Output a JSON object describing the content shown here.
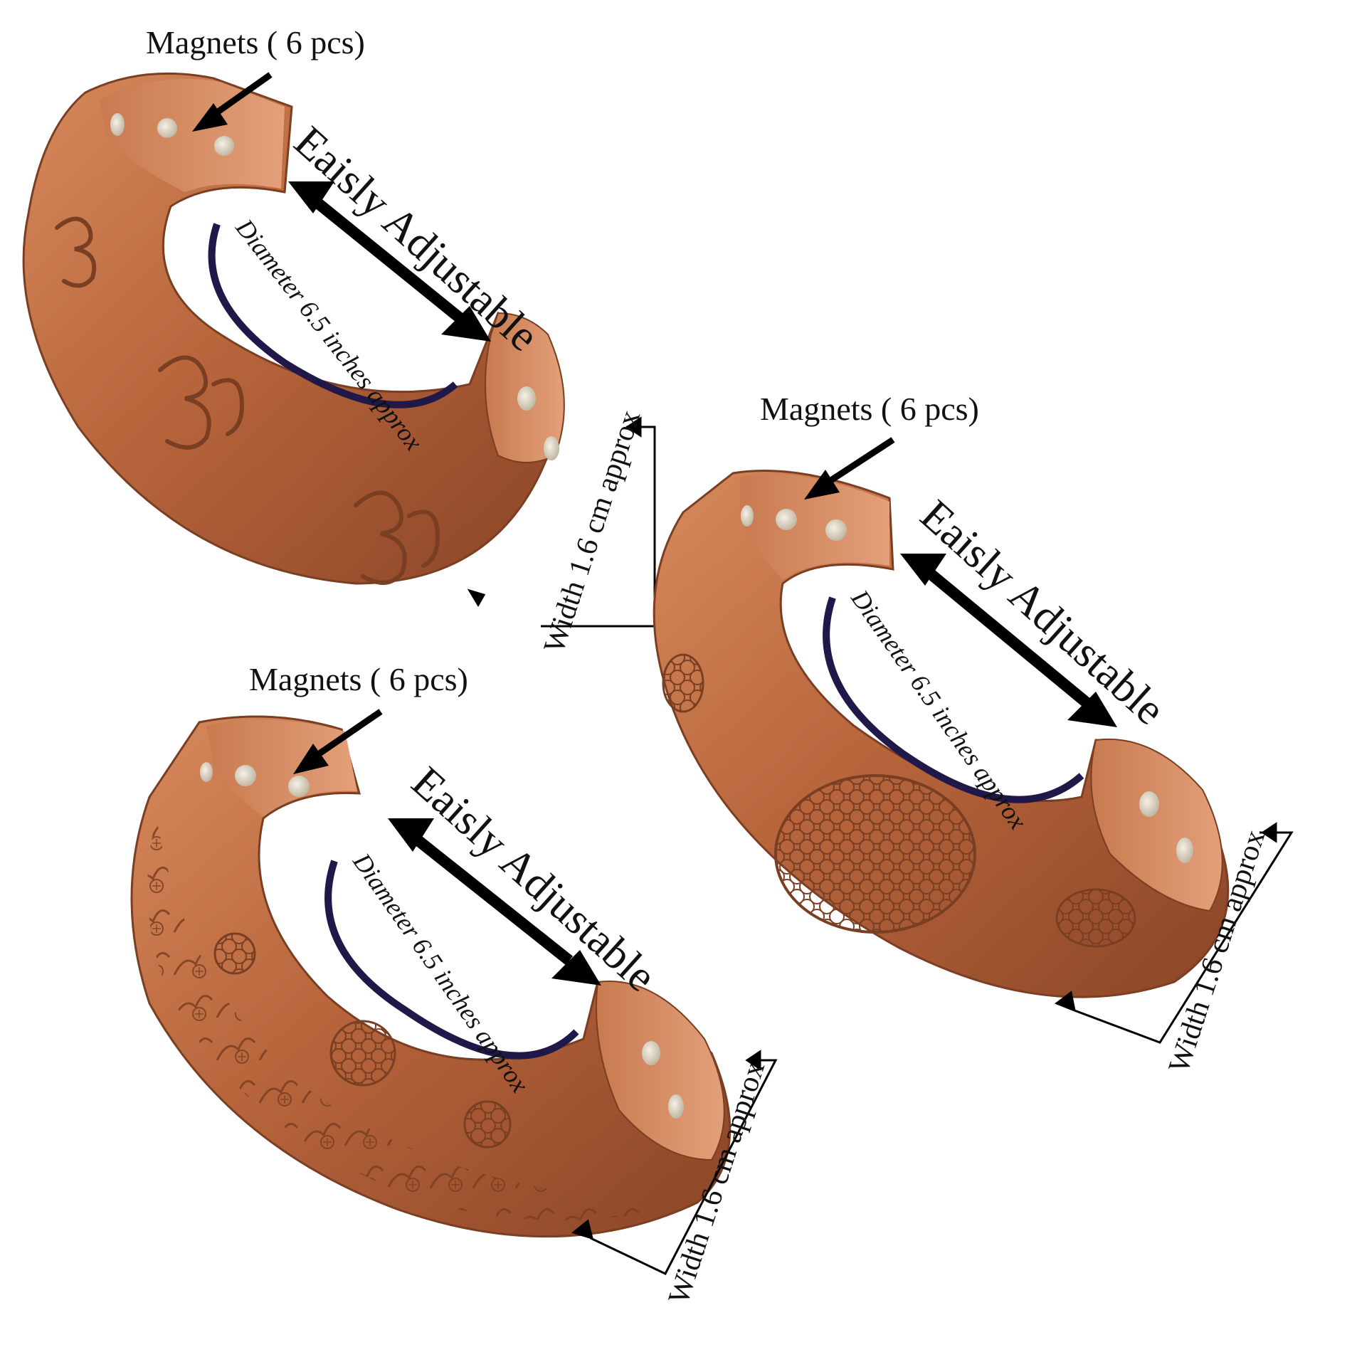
{
  "product": {
    "kind": "copper magnetic cuff bracelets",
    "finish_color": "#b8653c",
    "highlight_color": "#e8a479",
    "shadow_color": "#7a3f22",
    "magnet_color": "#e8e1d2",
    "arc_color": "#1f1848"
  },
  "annotations": {
    "magnets_label": "Magnets ( 6 pcs)",
    "adjustable_label": "Eaisly Adjustable",
    "diameter_label": "Diameter 6.5 inches approx",
    "width_label": "Width 1.6 cm approx"
  },
  "bracelets": [
    {
      "id": "om",
      "pattern": "om-symbol"
    },
    {
      "id": "flower-of-life",
      "pattern": "flower-of-life"
    },
    {
      "id": "thistle",
      "pattern": "thistle-floral"
    }
  ]
}
